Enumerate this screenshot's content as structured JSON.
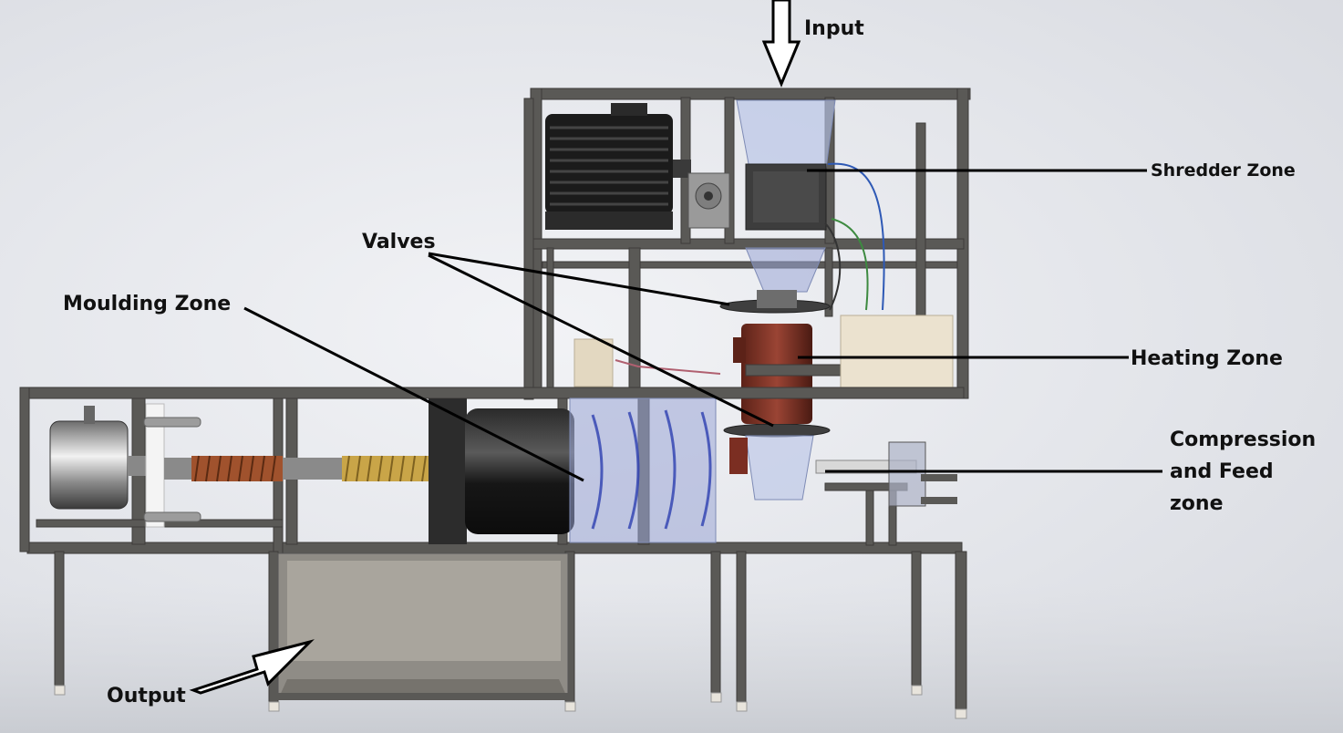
{
  "labels": {
    "input": "Input",
    "shredder_zone": "Shredder Zone",
    "valves": "Valves",
    "moulding_zone": "Moulding Zone",
    "heating_zone": "Heating Zone",
    "compression_feed_zone": "Compression and Feed zone",
    "output": "Output"
  },
  "colors": {
    "frame": "#5a5956",
    "frame_dark": "#3d3c3a",
    "motor": "#1b1b1b",
    "heater": "#7b2e22",
    "transparent_blue": "#9aa6d6",
    "hopper_glass": "#b7c3e6",
    "screw_copper": "#a0522d",
    "screw_gold": "#c9a548",
    "control_box": "#ebe2cf",
    "leader_line": "#000000"
  },
  "icons": [
    "input-arrow-icon",
    "output-arrow-icon"
  ]
}
